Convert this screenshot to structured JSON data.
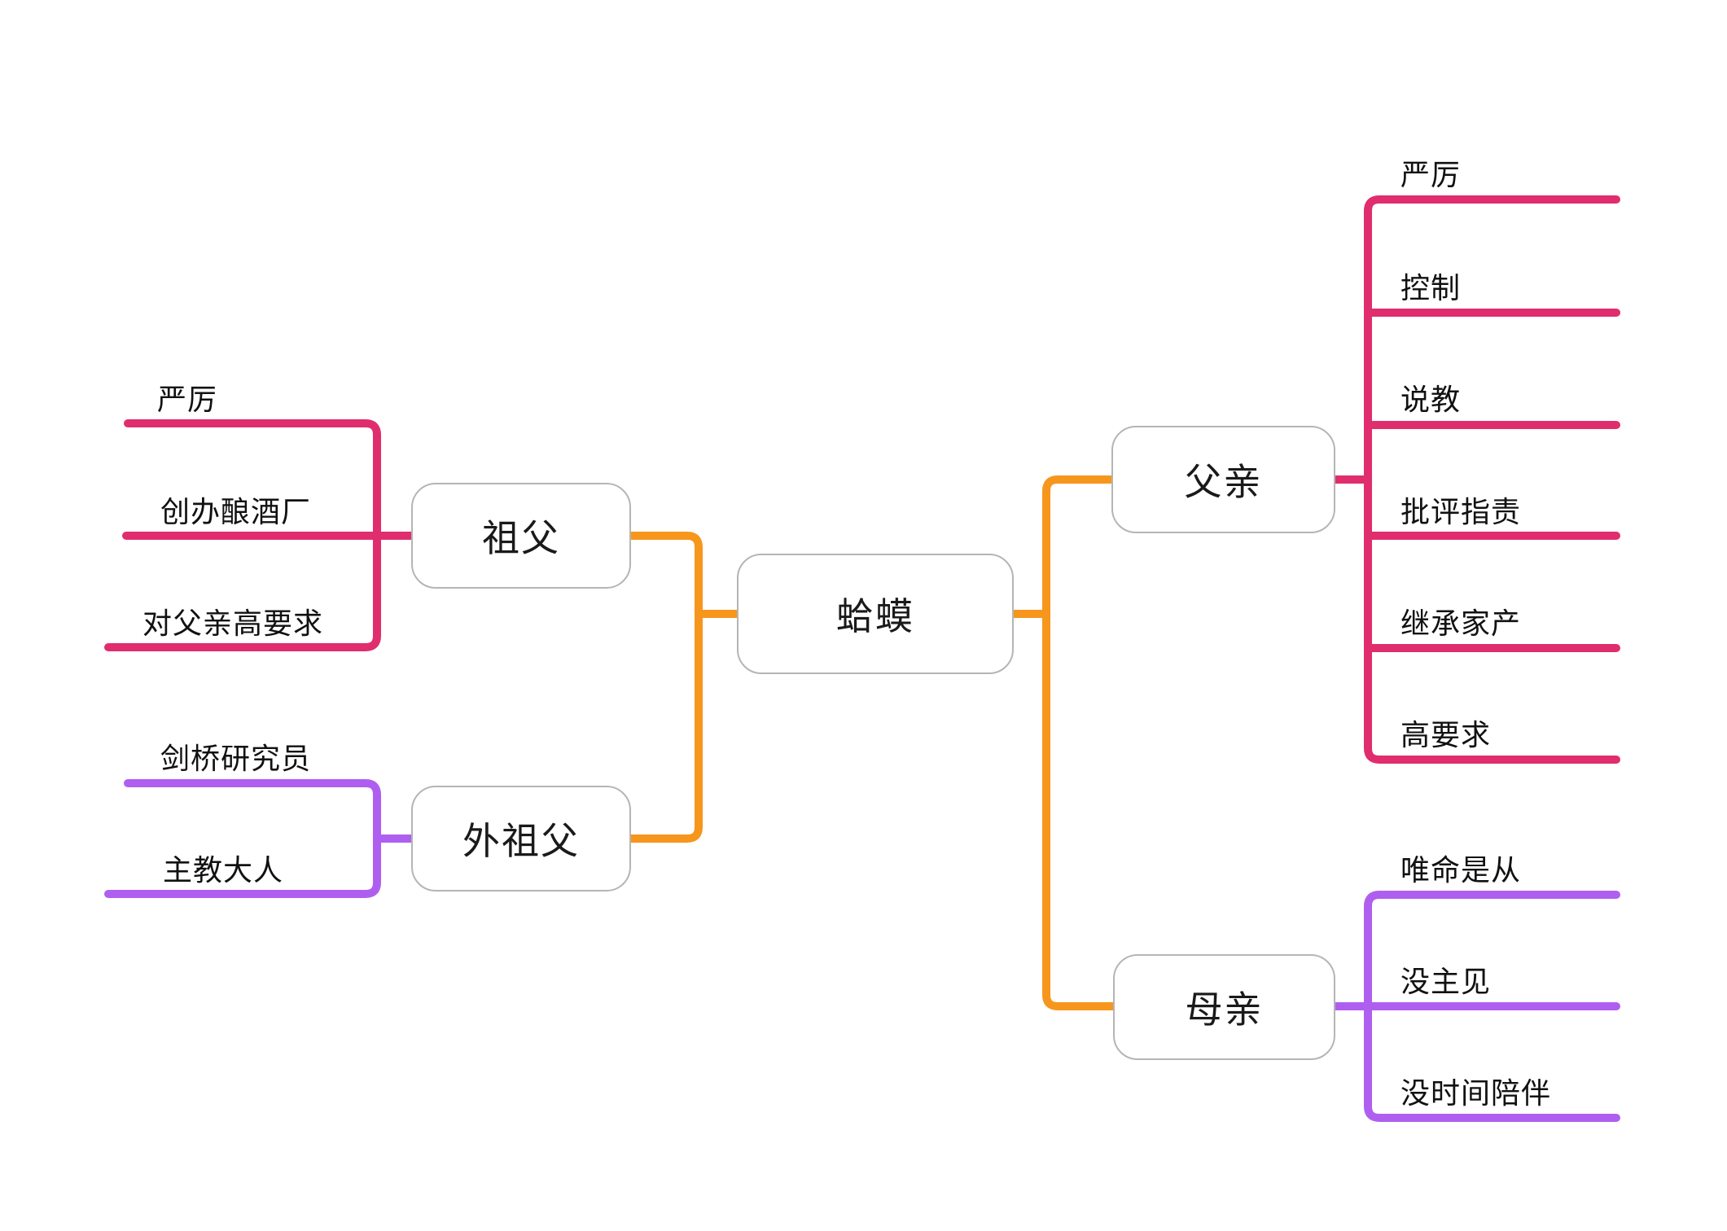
{
  "colors": {
    "center_link": "#F7961C",
    "paternal": "#E02D6E",
    "maternal": "#AF5FF0",
    "node_border": "#b5b5b5",
    "text": "#111111"
  },
  "map": {
    "center": {
      "label": "蛤蟆"
    },
    "branches": [
      {
        "id": "grandfather",
        "label": "祖父",
        "side": "left-top",
        "branch_color": "#E02D6E",
        "children": [
          "严厉",
          "创办酿酒厂",
          "对父亲高要求"
        ]
      },
      {
        "id": "maternal-grandfather",
        "label": "外祖父",
        "side": "left-bottom",
        "branch_color": "#AF5FF0",
        "children": [
          "剑桥研究员",
          "主教大人"
        ]
      },
      {
        "id": "father",
        "label": "父亲",
        "side": "right-top",
        "branch_color": "#E02D6E",
        "children": [
          "严厉",
          "控制",
          "说教",
          "批评指责",
          "继承家产",
          "高要求"
        ]
      },
      {
        "id": "mother",
        "label": "母亲",
        "side": "right-bottom",
        "branch_color": "#AF5FF0",
        "children": [
          "唯命是从",
          "没主见",
          "没时间陪伴"
        ]
      }
    ]
  }
}
